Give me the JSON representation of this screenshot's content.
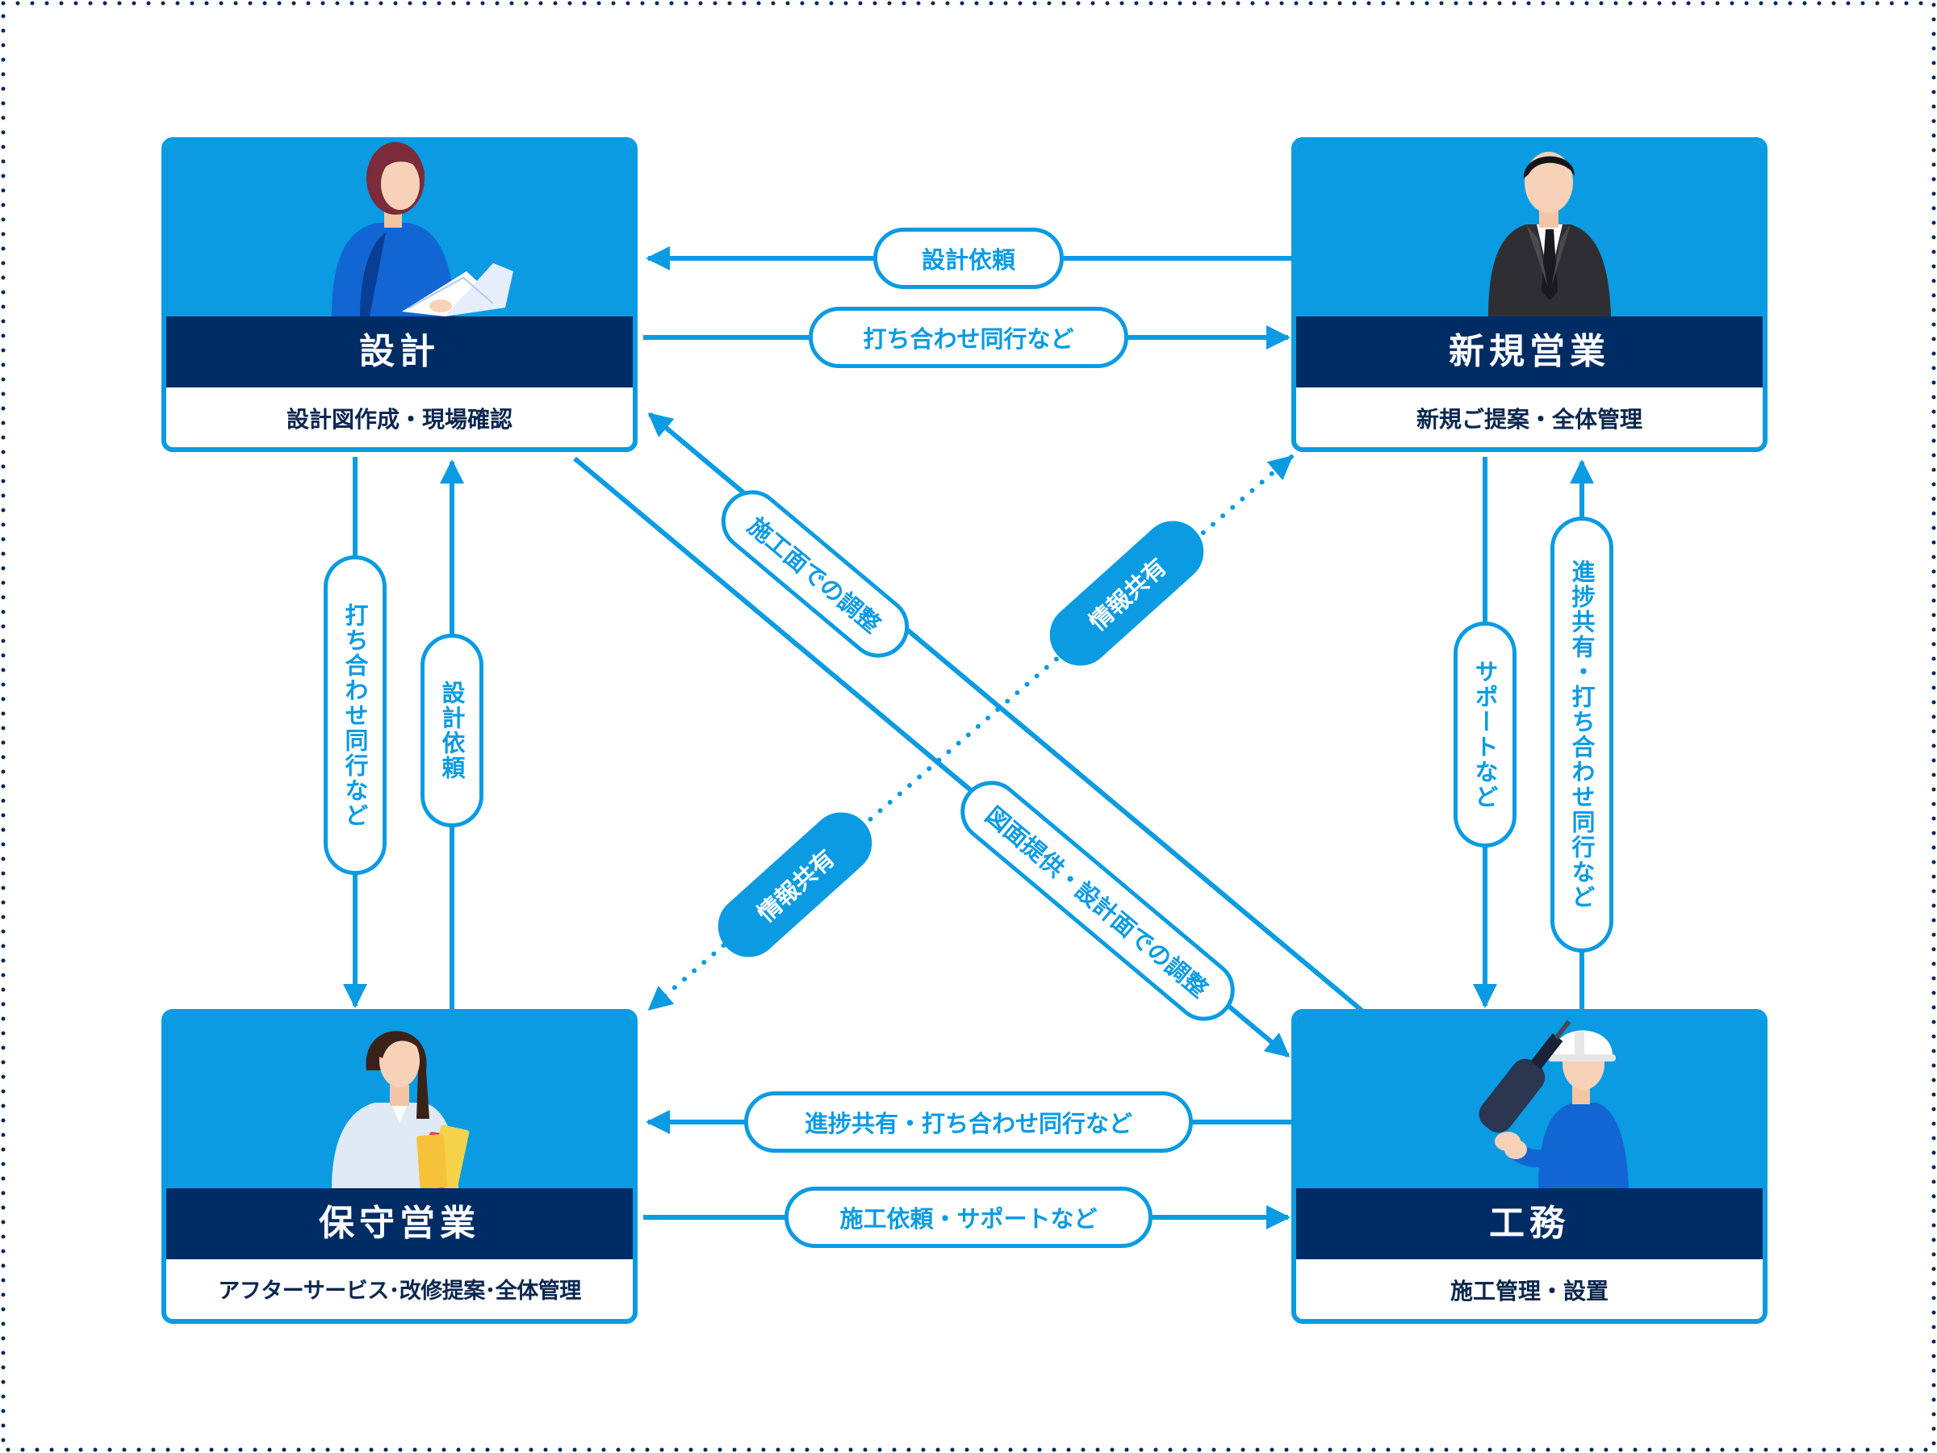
{
  "colors": {
    "accent": "#0a9be3",
    "navy": "#002c66",
    "frame_dots": "#0b2750"
  },
  "nodes": {
    "design": {
      "title": "設計",
      "subtitle": "設計図作成・現場確認"
    },
    "new_sales": {
      "title": "新規営業",
      "subtitle": "新規ご提案・全体管理"
    },
    "maintenance": {
      "title": "保守営業",
      "subtitle": "アフターサービス･改修提案･全体管理"
    },
    "construction": {
      "title": "工務",
      "subtitle": "施工管理・設置"
    }
  },
  "edges": {
    "sales_to_design": "設計依頼",
    "design_to_sales": "打ち合わせ同行など",
    "design_to_maint": "打ち合わせ同行など",
    "maint_to_design": "設計依頼",
    "sales_to_const": "サポートなど",
    "const_to_sales": "進捗共有・打ち合わせ同行など",
    "const_to_maint": "進捗共有・打ち合わせ同行など",
    "maint_to_const": "施工依頼・サポートなど",
    "const_to_design": "施工面での調整",
    "design_to_const": "図面提供・設計面での調整",
    "info_share_upper": "情報共有",
    "info_share_lower": "情報共有"
  },
  "icons": {
    "design": "woman-reading-blueprint-icon",
    "new_sales": "businessman-icon",
    "maintenance": "woman-holding-folders-icon",
    "construction": "worker-with-drill-icon"
  }
}
